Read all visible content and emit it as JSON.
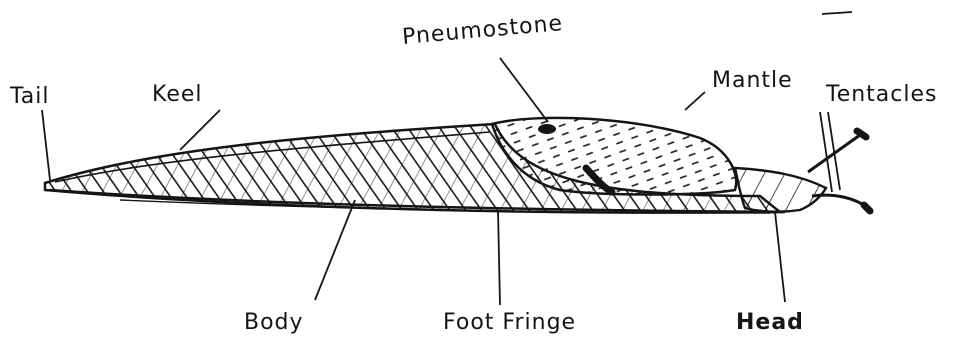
{
  "diagram": {
    "labels": {
      "tail": "Tail",
      "keel": "Keel",
      "pneumostone": "Pneumostone",
      "mantle": "Mantle",
      "tentacles": "Tentacles",
      "body": "Body",
      "foot_fringe": "Foot Fringe",
      "head": "Head"
    },
    "colors": {
      "ink": "#151515",
      "paper": "#ffffff"
    }
  }
}
